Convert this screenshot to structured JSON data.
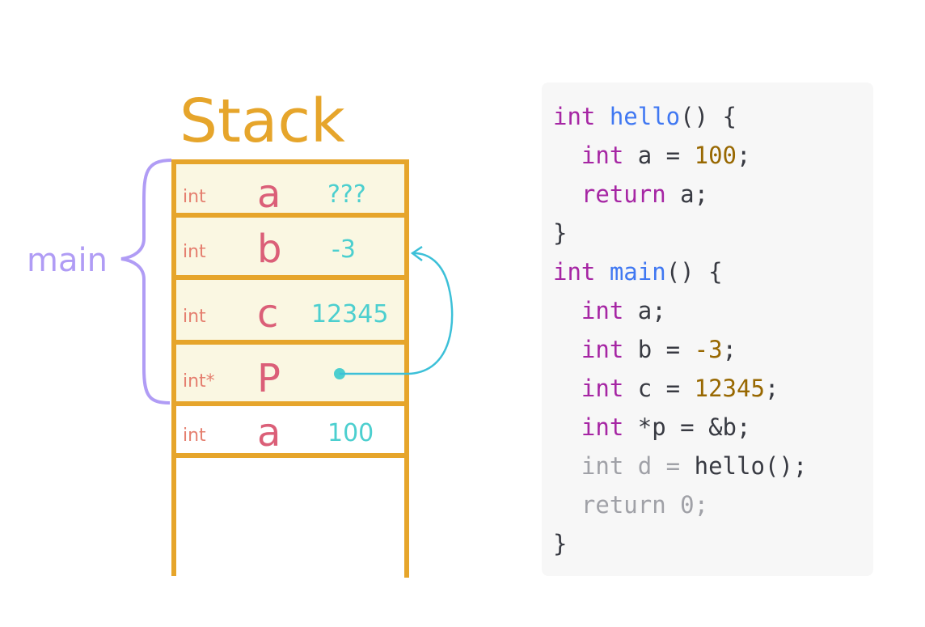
{
  "title": "Stack",
  "frame_label": "main",
  "rows": [
    {
      "type": "int",
      "name": "a",
      "value": "???"
    },
    {
      "type": "int",
      "name": "b",
      "value": "-3"
    },
    {
      "type": "int",
      "name": "c",
      "value": "12345"
    },
    {
      "type": "int*",
      "name": "P",
      "value": ""
    },
    {
      "type": "int",
      "name": "a",
      "value": "100"
    }
  ],
  "colors": {
    "stack": "#e6a52b",
    "cell": "#faf7e2",
    "brace": "#b09cf5",
    "pointer": "#3cc0d8"
  },
  "code": [
    [
      {
        "t": "int ",
        "c": "kw"
      },
      {
        "t": "hello",
        "c": "fn"
      },
      {
        "t": "() {",
        "c": "txt"
      }
    ],
    [
      {
        "t": "  int ",
        "c": "kw"
      },
      {
        "t": "a = ",
        "c": "txt"
      },
      {
        "t": "100",
        "c": "num"
      },
      {
        "t": ";",
        "c": "txt"
      }
    ],
    [
      {
        "t": "  return ",
        "c": "kw"
      },
      {
        "t": "a;",
        "c": "txt"
      }
    ],
    [
      {
        "t": "}",
        "c": "txt"
      }
    ],
    [
      {
        "t": "int ",
        "c": "kw"
      },
      {
        "t": "main",
        "c": "fn"
      },
      {
        "t": "() {",
        "c": "txt"
      }
    ],
    [
      {
        "t": "  int ",
        "c": "kw"
      },
      {
        "t": "a;",
        "c": "txt"
      }
    ],
    [
      {
        "t": "  int ",
        "c": "kw"
      },
      {
        "t": "b = ",
        "c": "txt"
      },
      {
        "t": "-3",
        "c": "num"
      },
      {
        "t": ";",
        "c": "txt"
      }
    ],
    [
      {
        "t": "  int ",
        "c": "kw"
      },
      {
        "t": "c = ",
        "c": "txt"
      },
      {
        "t": "12345",
        "c": "num"
      },
      {
        "t": ";",
        "c": "txt"
      }
    ],
    [
      {
        "t": "  int ",
        "c": "kw"
      },
      {
        "t": "*p = &b;",
        "c": "txt"
      }
    ],
    [
      {
        "t": "  int d = ",
        "c": "dim"
      },
      {
        "t": "hello();",
        "c": "txt"
      }
    ],
    [
      {
        "t": "  return 0;",
        "c": "dim"
      }
    ],
    [
      {
        "t": "}",
        "c": "txt"
      }
    ]
  ]
}
